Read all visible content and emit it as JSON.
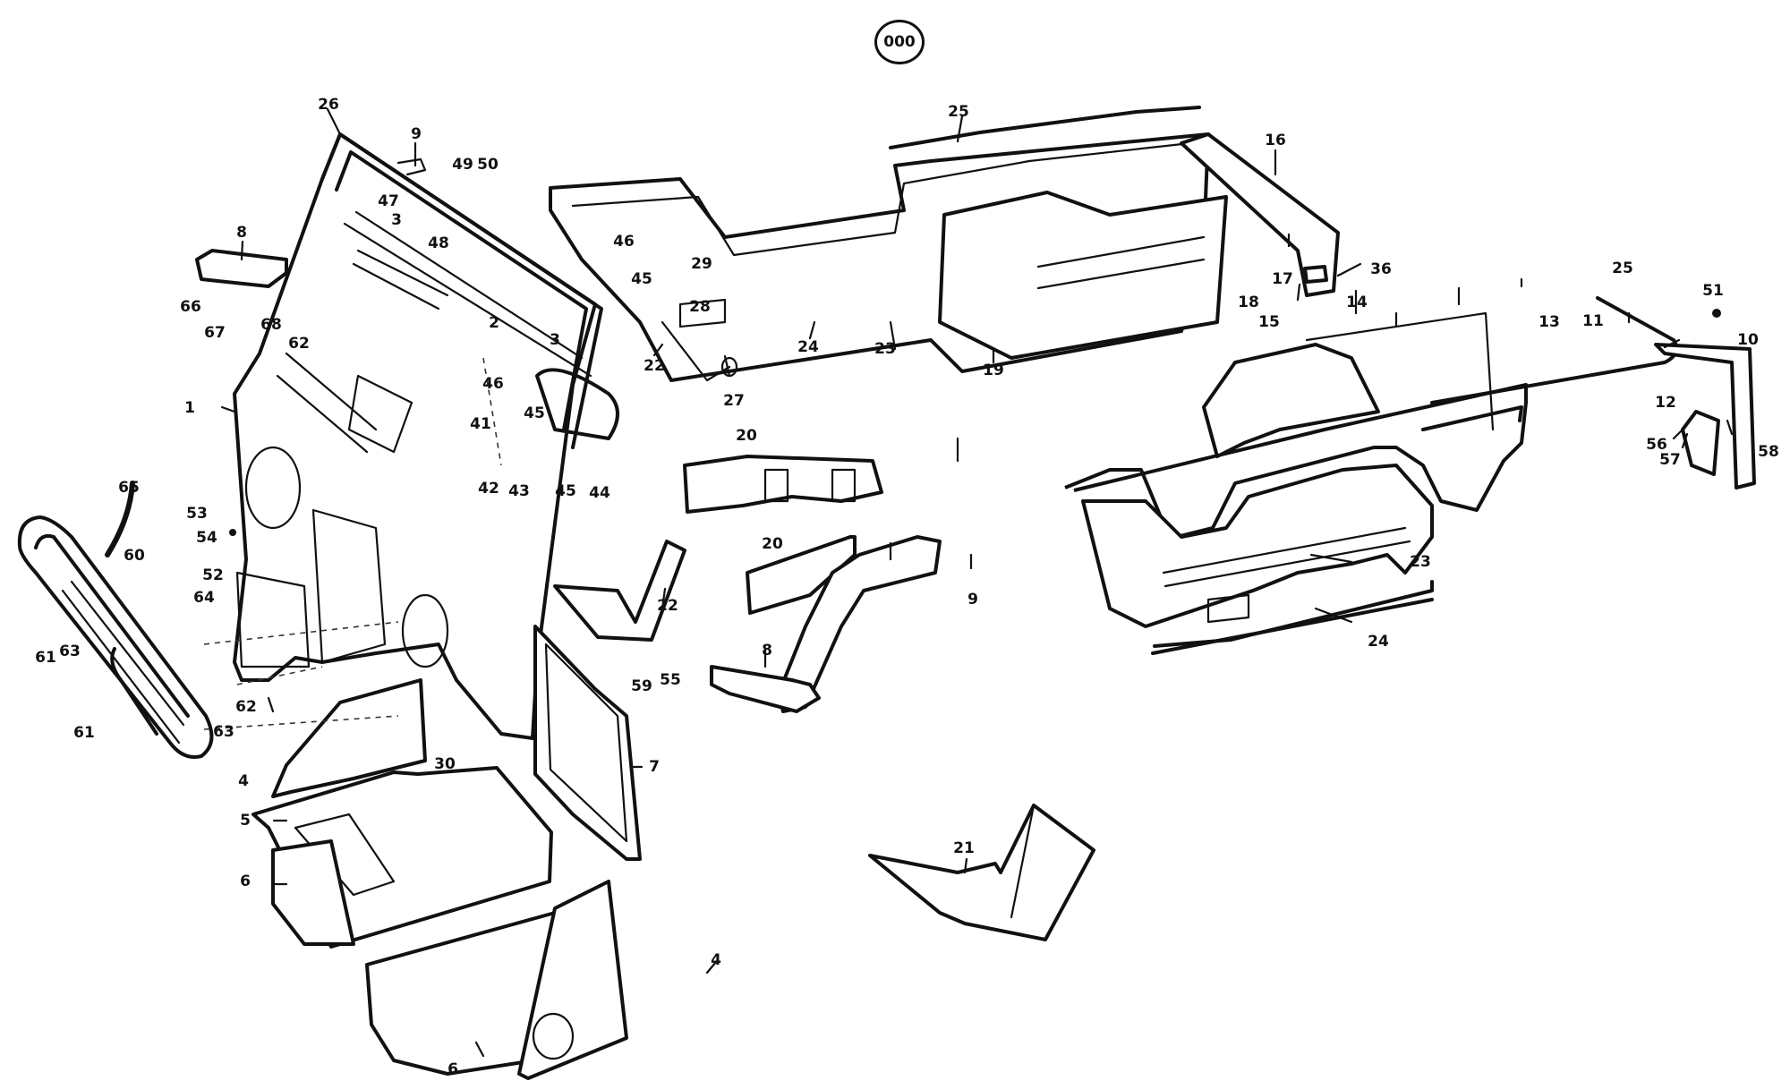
{
  "diagram": {
    "title": "Exploded body parts diagram",
    "group_badge": "000",
    "callouts": [
      {
        "id": "c1",
        "label": "1",
        "part": "front-panel"
      },
      {
        "id": "c2",
        "label": "2",
        "part": "windscreen-seal"
      },
      {
        "id": "c3a",
        "label": "3",
        "part": "windscreen-clip"
      },
      {
        "id": "c3b",
        "label": "3",
        "part": "windscreen-clip"
      },
      {
        "id": "c4a",
        "label": "4",
        "part": "side-kick-panel"
      },
      {
        "id": "c4b",
        "label": "4",
        "part": "side-kick-panel"
      },
      {
        "id": "c5",
        "label": "5",
        "part": "floor-panel"
      },
      {
        "id": "c6a",
        "label": "6",
        "part": "lower-panel"
      },
      {
        "id": "c6b",
        "label": "6",
        "part": "lower-panel"
      },
      {
        "id": "c7",
        "label": "7",
        "part": "door-frame"
      },
      {
        "id": "c8a",
        "label": "8",
        "part": "sill-bracket"
      },
      {
        "id": "c8b",
        "label": "8",
        "part": "sill-bracket"
      },
      {
        "id": "c9a",
        "label": "9",
        "part": "hinge-bracket"
      },
      {
        "id": "c9b",
        "label": "9",
        "part": "wheel-arch-rail"
      },
      {
        "id": "c10",
        "label": "10",
        "part": "rear-corner-post"
      },
      {
        "id": "c11",
        "label": "11",
        "part": "bracket"
      },
      {
        "id": "c12",
        "label": "12",
        "part": "latch"
      },
      {
        "id": "c13",
        "label": "13",
        "part": "grommet"
      },
      {
        "id": "c14",
        "label": "14",
        "part": "inner-side-panel"
      },
      {
        "id": "c15",
        "label": "15",
        "part": "wheel-housing"
      },
      {
        "id": "c16",
        "label": "16",
        "part": "rear-post"
      },
      {
        "id": "c17",
        "label": "17",
        "part": "pin"
      },
      {
        "id": "c18",
        "label": "18",
        "part": "inner-side-panel"
      },
      {
        "id": "c19",
        "label": "19",
        "part": "wheel-housing"
      },
      {
        "id": "c20a",
        "label": "20",
        "part": "cross-member"
      },
      {
        "id": "c20b",
        "label": "20",
        "part": "gusset"
      },
      {
        "id": "c21",
        "label": "21",
        "part": "corner-gusset"
      },
      {
        "id": "c22a",
        "label": "22",
        "part": "front-pillar-trim"
      },
      {
        "id": "c22b",
        "label": "22",
        "part": "gusset-plate"
      },
      {
        "id": "c23a",
        "label": "23",
        "part": "outer-side-panel"
      },
      {
        "id": "c23b",
        "label": "23",
        "part": "outer-side-panel"
      },
      {
        "id": "c24a",
        "label": "24",
        "part": "sill-strip"
      },
      {
        "id": "c24b",
        "label": "24",
        "part": "sill-strip"
      },
      {
        "id": "c25a",
        "label": "25",
        "part": "top-rail"
      },
      {
        "id": "c25b",
        "label": "25",
        "part": "top-rail"
      },
      {
        "id": "c26",
        "label": "26",
        "part": "windscreen-frame"
      },
      {
        "id": "c27",
        "label": "27",
        "part": "handle-knob"
      },
      {
        "id": "c28",
        "label": "28",
        "part": "hinge-pin"
      },
      {
        "id": "c29",
        "label": "29",
        "part": "clip"
      },
      {
        "id": "c30",
        "label": "30",
        "part": "strip"
      },
      {
        "id": "c36",
        "label": "36",
        "part": "rubber-block"
      },
      {
        "id": "c41",
        "label": "41",
        "part": "screw"
      },
      {
        "id": "c42",
        "label": "42",
        "part": "washer"
      },
      {
        "id": "c43",
        "label": "43",
        "part": "clamp"
      },
      {
        "id": "c44",
        "label": "44",
        "part": "bolt"
      },
      {
        "id": "c45a",
        "label": "45",
        "part": "nut"
      },
      {
        "id": "c45b",
        "label": "45",
        "part": "nut"
      },
      {
        "id": "c45c",
        "label": "45",
        "part": "nut"
      },
      {
        "id": "c46a",
        "label": "46",
        "part": "bolt"
      },
      {
        "id": "c46b",
        "label": "46",
        "part": "bolt"
      },
      {
        "id": "c47",
        "label": "47",
        "part": "clip"
      },
      {
        "id": "c48",
        "label": "48",
        "part": "screw"
      },
      {
        "id": "c49",
        "label": "49",
        "part": "nut"
      },
      {
        "id": "c50",
        "label": "50",
        "part": "washer"
      },
      {
        "id": "c51",
        "label": "51",
        "part": "nut"
      },
      {
        "id": "c52",
        "label": "52",
        "part": "cover-plate"
      },
      {
        "id": "c53",
        "label": "53",
        "part": "screw"
      },
      {
        "id": "c54",
        "label": "54",
        "part": "nut"
      },
      {
        "id": "c55",
        "label": "55",
        "part": "screw"
      },
      {
        "id": "c56",
        "label": "56",
        "part": "screw"
      },
      {
        "id": "c57",
        "label": "57",
        "part": "washer"
      },
      {
        "id": "c58",
        "label": "58",
        "part": "tail-light-bracket"
      },
      {
        "id": "c59",
        "label": "59",
        "part": "washer"
      },
      {
        "id": "c60",
        "label": "60",
        "part": "clip"
      },
      {
        "id": "c61a",
        "label": "61",
        "part": "bolt"
      },
      {
        "id": "c61b",
        "label": "61",
        "part": "bolt"
      },
      {
        "id": "c62a",
        "label": "62",
        "part": "nut"
      },
      {
        "id": "c62b",
        "label": "62",
        "part": "nut"
      },
      {
        "id": "c63a",
        "label": "63",
        "part": "washer"
      },
      {
        "id": "c63b",
        "label": "63",
        "part": "washer"
      },
      {
        "id": "c64",
        "label": "64",
        "part": "nut"
      },
      {
        "id": "c65",
        "label": "65",
        "part": "cable"
      },
      {
        "id": "c66",
        "label": "66",
        "part": "screw"
      },
      {
        "id": "c67",
        "label": "67",
        "part": "clip"
      },
      {
        "id": "c68",
        "label": "68",
        "part": "grommet"
      }
    ]
  }
}
